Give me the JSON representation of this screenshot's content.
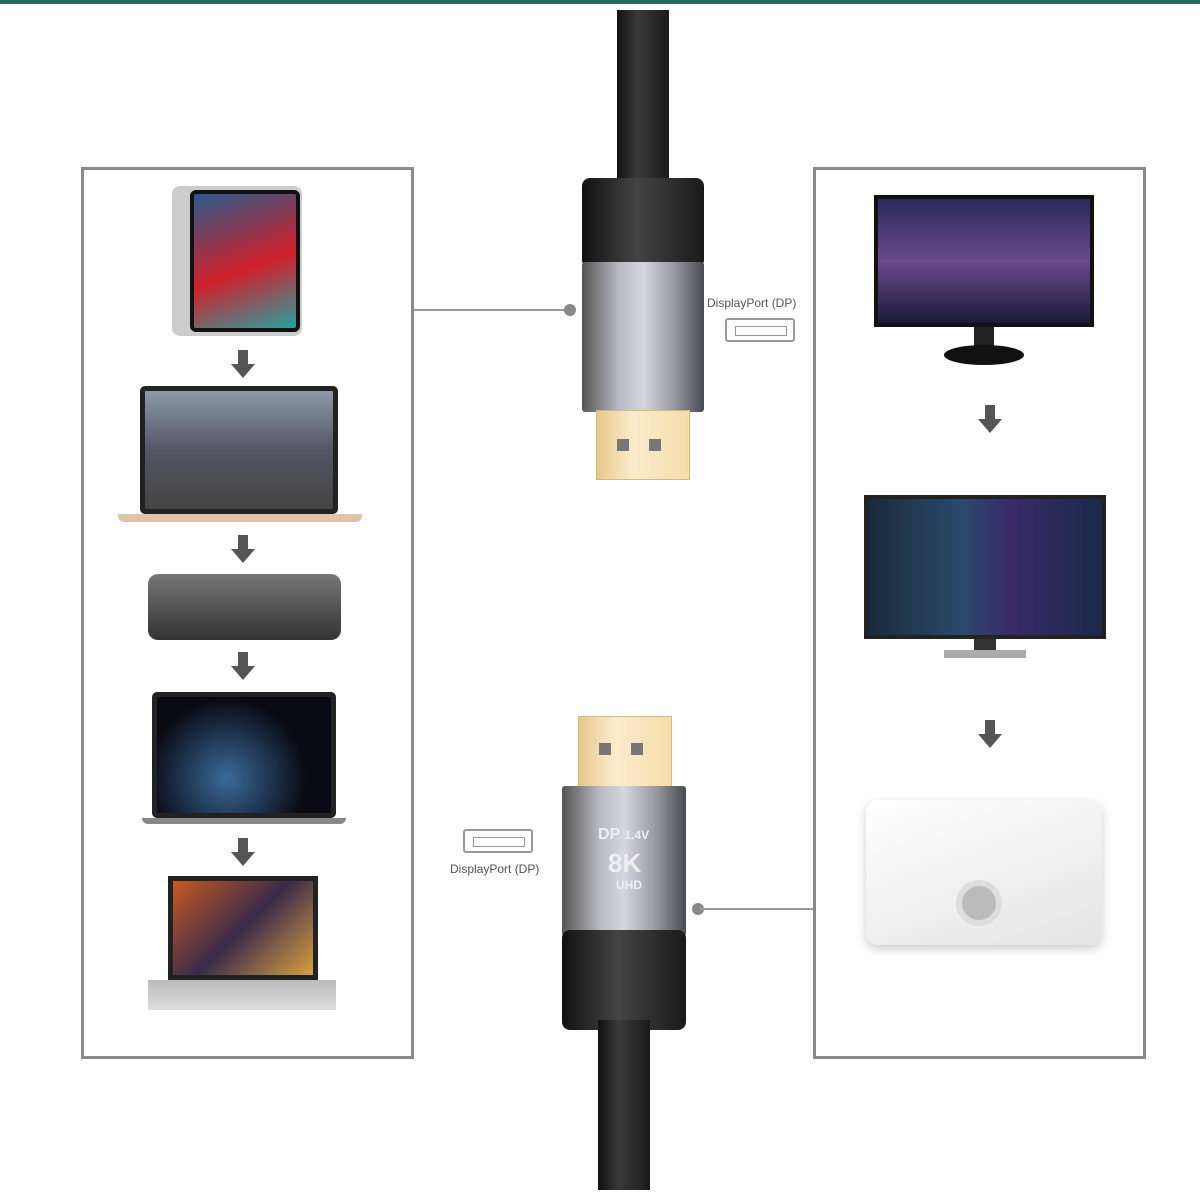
{
  "header": {
    "accent_color": "#1f6b5c"
  },
  "connector_labels": {
    "top": "DisplayPort (DP)",
    "bottom": "DisplayPort (DP)"
  },
  "plug_marking": {
    "line1": "DP",
    "version": "1.4V",
    "resolution": "8K",
    "sub": "UHD"
  },
  "source_devices": [
    {
      "name": "iPad tablet"
    },
    {
      "name": "MacBook laptop"
    },
    {
      "name": "Mac mini"
    },
    {
      "name": "MacBook Pro laptop"
    },
    {
      "name": "Surface laptop"
    }
  ],
  "display_devices": [
    {
      "name": "Monitor"
    },
    {
      "name": "Multi-chart monitor"
    },
    {
      "name": "Projector"
    }
  ]
}
